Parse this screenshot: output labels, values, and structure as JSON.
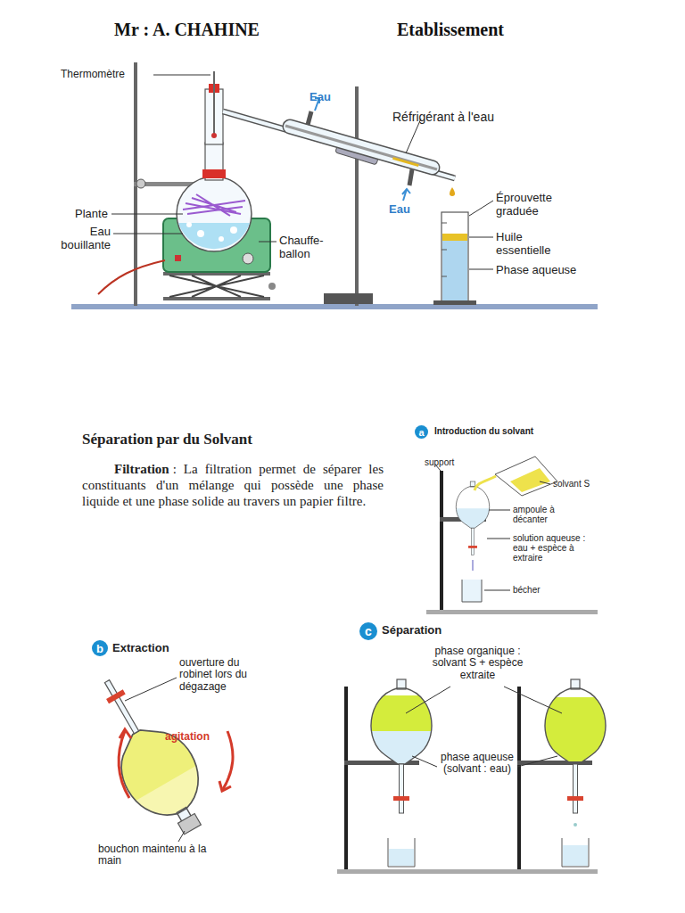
{
  "diagram": {
    "title": "Séparation par du Solvant",
    "nodes": [
      {
        "text": [
          "a"
        ]
      },
      {
        "text": [
          "b"
        ]
      },
      {
        "text": [
          "c"
        ]
      }
    ],
    "labels": [
      "Mr : A. CHAHINE",
      "Etablissement",
      "Thermomètre",
      "Eau",
      "Réfrigérant à l'eau",
      "Plante",
      "Eau bouillante",
      "Chauffe-ballon",
      "Eau",
      "Éprouvette graduée",
      "Huile essentielle",
      "Phase aqueuse",
      "Filtration",
      ": La filtration permet de séparer les constituants d'un mélange qui possède une phase liquide et une phase solide au travers un papier filtre.",
      "Introduction du solvant",
      "support",
      "solvant S",
      "ampoule à décanter",
      "solution aqueuse : eau + espèce à extraire",
      "bécher",
      "Extraction",
      "ouverture du robinet lors du dégazage",
      "agitation",
      "bouchon maintenu à la main",
      "Séparation",
      "phase organique : solvant S + espèce extraite",
      "phase aqueuse (solvant : eau)"
    ]
  }
}
